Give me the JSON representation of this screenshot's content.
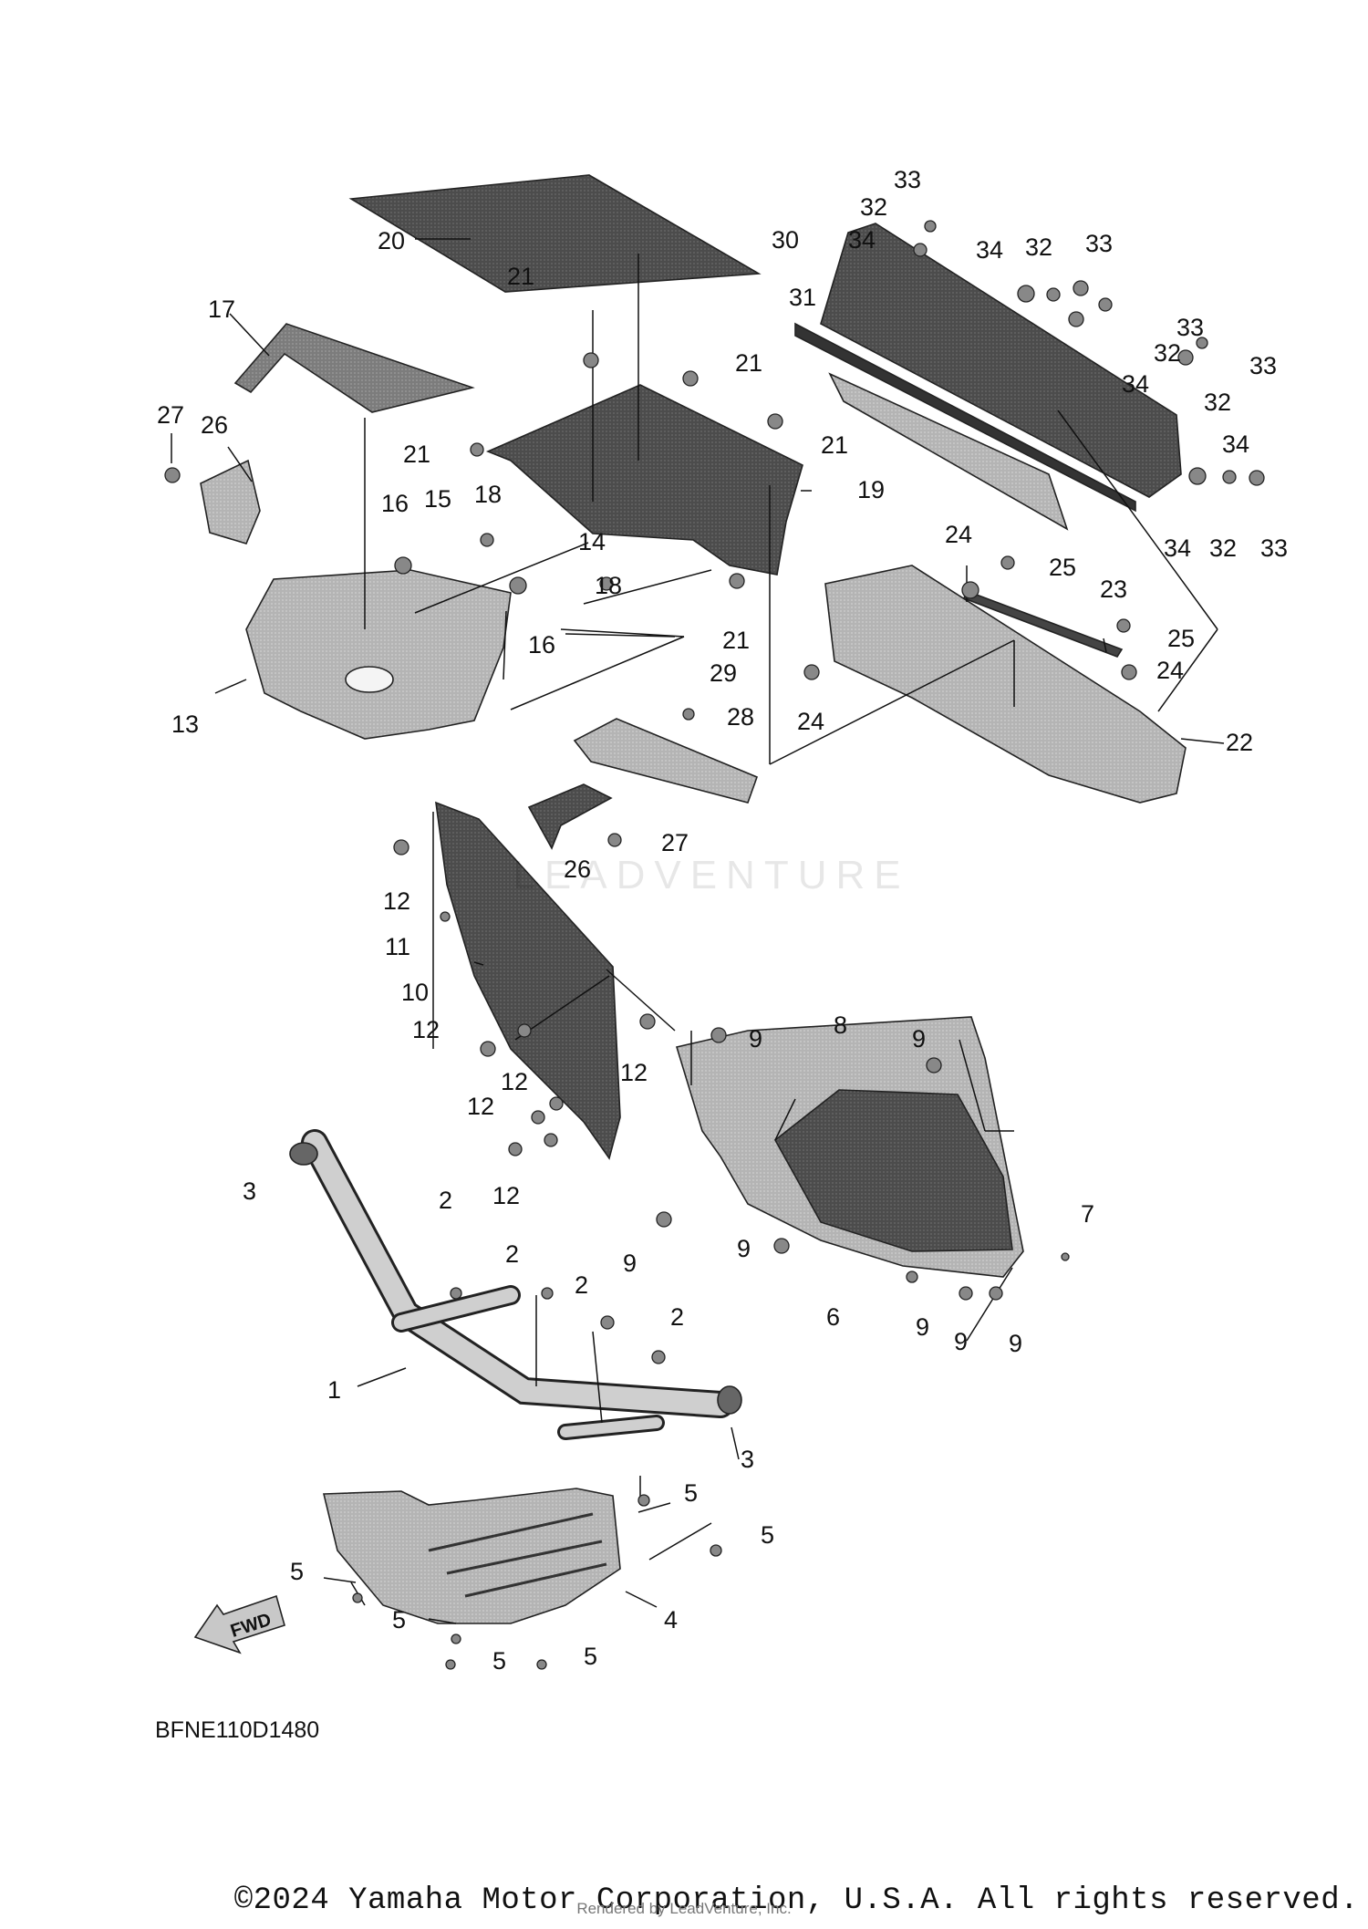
{
  "diagram": {
    "code": "BFNE110D1480",
    "fwd_label": "FWD",
    "watermark": "LEADVENTURE",
    "labels": [
      "33",
      "32",
      "34",
      "30",
      "34",
      "32",
      "33",
      "33",
      "31",
      "32",
      "33",
      "34",
      "32",
      "34",
      "34",
      "32",
      "33",
      "20",
      "17",
      "21",
      "21",
      "21",
      "27",
      "26",
      "21",
      "16",
      "15",
      "18",
      "19",
      "14",
      "18",
      "16",
      "21",
      "24",
      "25",
      "23",
      "25",
      "24",
      "24",
      "13",
      "29",
      "28",
      "22",
      "26",
      "27",
      "12",
      "11",
      "10",
      "9",
      "8",
      "9",
      "12",
      "12",
      "12",
      "12",
      "12",
      "3",
      "2",
      "2",
      "2",
      "2",
      "9",
      "9",
      "7",
      "1",
      "6",
      "9",
      "9",
      "9",
      "3",
      "5",
      "5",
      "5",
      "4",
      "5",
      "5",
      "5"
    ]
  },
  "footer": {
    "copyright": "©2024 Yamaha Motor Corporation, U.S.A. All rights reserved.",
    "rendered_by": "Rendered by LeadVenture, Inc."
  }
}
